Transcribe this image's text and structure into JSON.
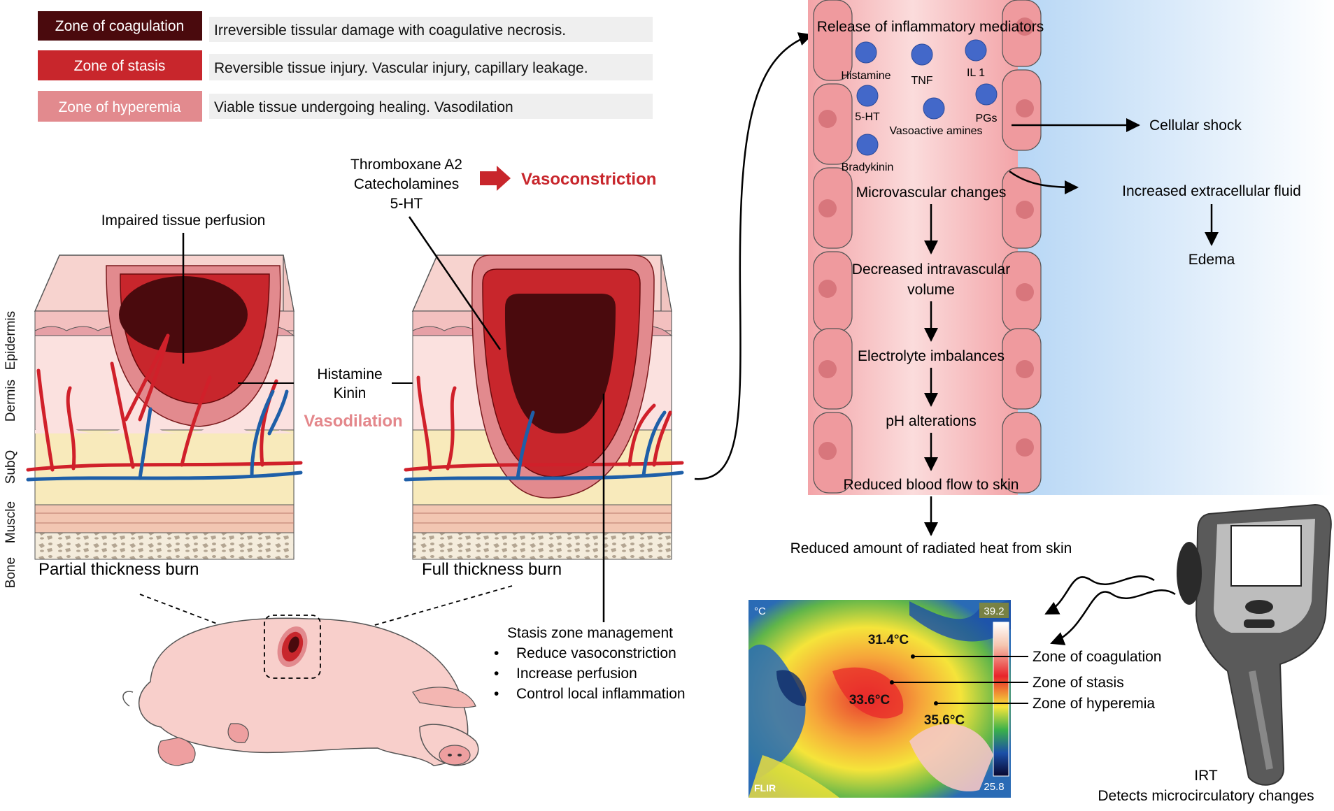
{
  "legend": [
    {
      "zone": "Zone of coagulation",
      "description": "Irreversible tissular damage with coagulative necrosis.",
      "color": "#4a0a0d"
    },
    {
      "zone": "Zone of stasis",
      "description": "Reversible tissue injury. Vascular injury, capillary leakage.",
      "color": "#c8262c"
    },
    {
      "zone": "Zone of hyperemia",
      "description": "Viable tissue undergoing healing. Vasodilation",
      "color": "#e28a8e"
    }
  ],
  "layers": [
    "Epidermis",
    "Dermis",
    "SubQ",
    "Muscle",
    "Bone"
  ],
  "partial": {
    "title": "Partial thickness burn",
    "perfusion_label": "Impaired tissue perfusion"
  },
  "mediators_mid": {
    "histamine": "Histamine",
    "kinin": "Kinin",
    "vasodilation": "Vasodilation"
  },
  "full": {
    "title": "Full thickness burn",
    "vasoconstrictors": [
      "Thromboxane A2",
      "Catecholamines",
      "5-HT"
    ],
    "vasoconstriction": "Vasoconstriction"
  },
  "stasis_management": {
    "title": "Stasis zone management",
    "items": [
      "Reduce vasoconstriction",
      "Increase perfusion",
      "Control local inflammation"
    ]
  },
  "vessel": {
    "title": "Release of inflammatory mediators",
    "mediators": [
      "Histamine",
      "TNF",
      "IL 1",
      "5-HT",
      "Vasoactive  amines",
      "PGs",
      "Bradykinin"
    ],
    "steps": [
      "Microvascular changes",
      "Decreased intravascular",
      "volume",
      "Electrolyte imbalances",
      "pH alterations",
      "Reduced blood flow to skin"
    ],
    "after": "Reduced amount of radiated heat from skin"
  },
  "side": {
    "cellular_shock": "Cellular shock",
    "fluid": "Increased extracellular fluid",
    "edema": "Edema"
  },
  "thermal": {
    "unit": "°C",
    "max": "39.2",
    "min": "25.8",
    "brand": "FLIR",
    "temps": [
      "31.4°C",
      "33.6°C",
      "35.6°C"
    ],
    "zones": [
      "Zone of coagulation",
      "Zone of stasis",
      "Zone of hyperemia"
    ]
  },
  "irt": {
    "label": "IRT",
    "caption": "Detects microcirculatory changes"
  }
}
